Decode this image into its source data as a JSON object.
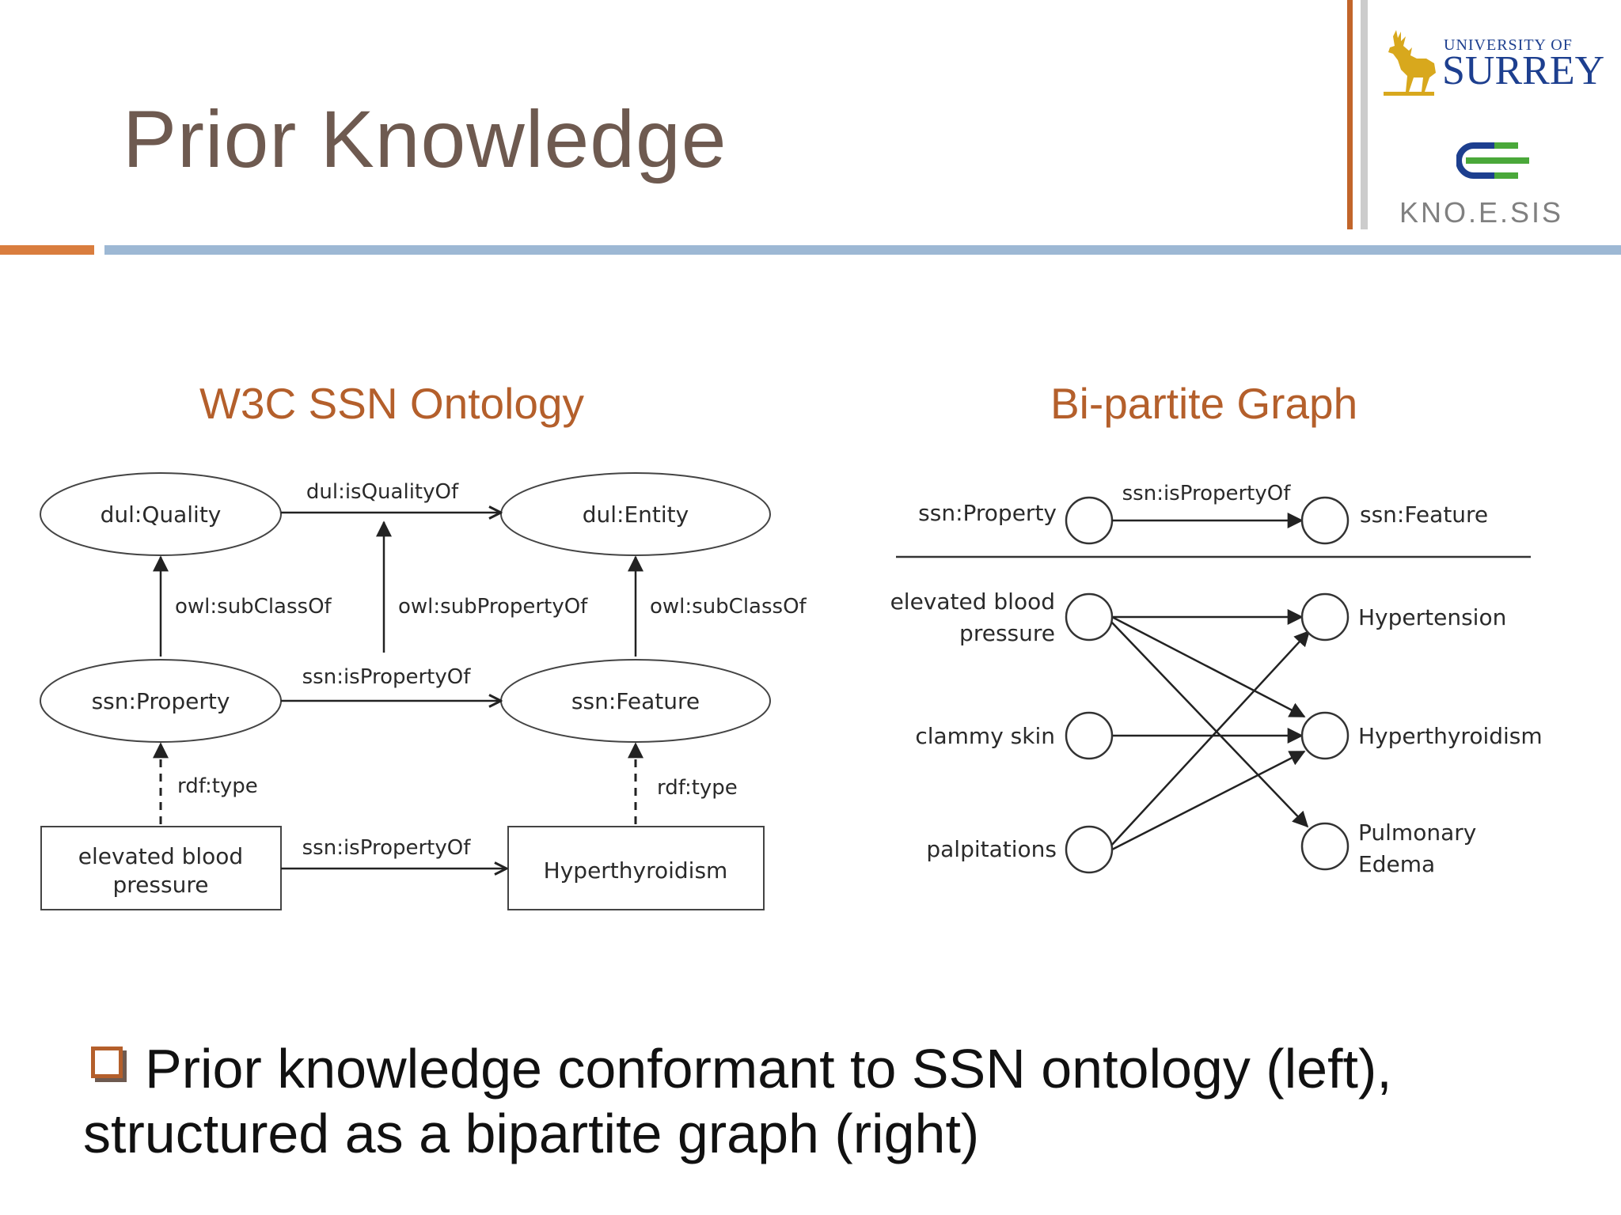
{
  "slide": {
    "title": "Prior Knowledge",
    "bullet_text": "Prior knowledge conformant to SSN ontology (left), structured as a bipartite graph (right)"
  },
  "logos": {
    "surrey_small": "UNIVERSITY OF",
    "surrey_big": "SURREY",
    "knoesis": "KNO.E.SIS"
  },
  "left_diagram": {
    "title": "W3C SSN Ontology",
    "nodes": {
      "quality": "dul:Quality",
      "entity": "dul:Entity",
      "property": "ssn:Property",
      "feature": "ssn:Feature",
      "elevated_line1": "elevated blood",
      "elevated_line2": "pressure",
      "hyperthyroidism": "Hyperthyroidism"
    },
    "edges": {
      "is_quality_of": "dul:isQualityOf",
      "subclass_left": "owl:subClassOf",
      "subproperty": "owl:subPropertyOf",
      "subclass_right": "owl:subClassOf",
      "is_property_of_mid": "ssn:isPropertyOf",
      "rdf_type_left": "rdf:type",
      "rdf_type_right": "rdf:type",
      "is_property_of_bottom": "ssn:isPropertyOf"
    }
  },
  "right_diagram": {
    "title": "Bi-partite Graph",
    "header_left": "ssn:Property",
    "header_edge": "ssn:isPropertyOf",
    "header_right": "ssn:Feature",
    "properties": {
      "elevated_line1": "elevated blood",
      "elevated_line2": "pressure",
      "clammy": "clammy skin",
      "palpitations": "palpitations"
    },
    "features": {
      "hypertension": "Hypertension",
      "hyperthyroidism": "Hyperthyroidism",
      "pulmonary_line1": "Pulmonary",
      "pulmonary_line2": "Edema"
    }
  }
}
